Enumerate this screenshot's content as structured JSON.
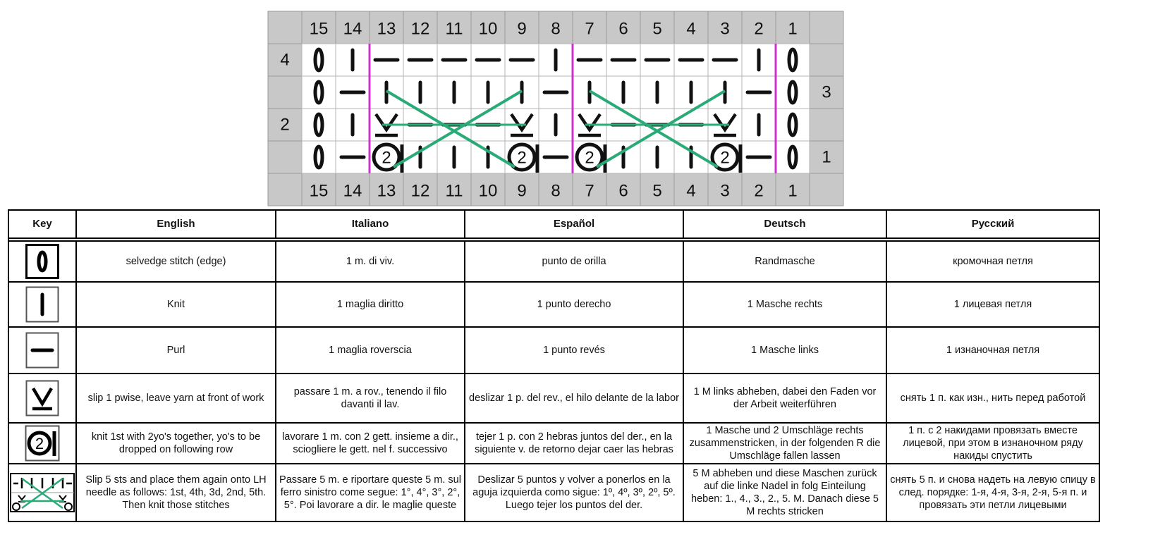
{
  "chart": {
    "column_numbers": [
      "15",
      "14",
      "13",
      "12",
      "11",
      "10",
      "9",
      "8",
      "7",
      "6",
      "5",
      "4",
      "3",
      "2",
      "1"
    ],
    "row_labels": [
      {
        "row": "4",
        "side": "left"
      },
      {
        "row": "3",
        "side": "right"
      },
      {
        "row": "2",
        "side": "left"
      },
      {
        "row": "1",
        "side": "right"
      }
    ],
    "rows": [
      [
        "selvedge",
        "knit",
        "purl",
        "purl",
        "purl",
        "purl",
        "purl",
        "knit",
        "purl",
        "purl",
        "purl",
        "purl",
        "purl",
        "knit",
        "selvedge"
      ],
      [
        "selvedge",
        "purl",
        "knit",
        "knit",
        "knit",
        "knit",
        "knit",
        "purl",
        "knit",
        "knit",
        "knit",
        "knit",
        "knit",
        "purl",
        "selvedge"
      ],
      [
        "selvedge",
        "knit",
        "slip",
        "purl",
        "purl",
        "purl",
        "slip",
        "knit",
        "slip",
        "purl",
        "purl",
        "purl",
        "slip",
        "knit",
        "selvedge"
      ],
      [
        "selvedge",
        "purl",
        "knit2yo",
        "knit",
        "knit",
        "knit",
        "knit2yo",
        "purl",
        "knit2yo",
        "knit",
        "knit",
        "knit",
        "knit2yo",
        "purl",
        "selvedge"
      ]
    ],
    "colors": {
      "grid_header": "#c8c8c8",
      "pattern_repeat_line": "#cc33cc",
      "cross_lines": "#2aaa77",
      "symbol": "#111111"
    }
  },
  "key": {
    "headers": {
      "key": "Key",
      "english": "English",
      "italiano": "Italiano",
      "espanol": "Español",
      "deutsch": "Deutsch",
      "russian": "Русский"
    },
    "rows": [
      {
        "symbol": "selvedge",
        "english": "selvedge stitch (edge)",
        "italiano": "1 m. di viv.",
        "espanol": "punto de orilla",
        "deutsch": "Randmasche",
        "russian": "кромочная петля"
      },
      {
        "symbol": "knit",
        "english": "Knit",
        "italiano": "1 maglia  diritto",
        "espanol": "1 punto derecho",
        "deutsch": "1 Masche rechts",
        "russian": "1 лицевая петля"
      },
      {
        "symbol": "purl",
        "english": "Purl",
        "italiano": "1 maglia roverscia",
        "espanol": "1 punto revés",
        "deutsch": "1 Masche links",
        "russian": "1 изнаночная петля"
      },
      {
        "symbol": "slip",
        "english": "slip 1 pwise, leave yarn at front of work",
        "italiano": "passare 1 m. a rov., tenendo il filo davanti il lav.",
        "espanol": "deslizar 1 p. del rev., el hilo delante de la labor",
        "deutsch": "1 M links abheben, dabei den Faden vor der Arbeit weiterführen",
        "russian": "снять 1 п. как изн., нить перед работой"
      },
      {
        "symbol": "knit2yo",
        "english": "knit 1st with 2yo's together, yo's to be dropped on following row",
        "italiano": "lavorare 1 m. con 2 gett. insieme a dir., sciogliere  le gett. nel f. successivo",
        "espanol": "tejer 1 p. con 2 hebras juntos del der., en la siguiente v. de retorno dejar caer las hebras",
        "deutsch": "1 Masche und 2 Umschläge rechts zusammenstricken, in der folgenden R die Umschläge fallen lassen",
        "russian": "1 п. с 2 накидами провязать вместе лицевой, при этом в изнаночном ряду накиды спустить"
      },
      {
        "symbol": "cross5",
        "english": "Slip 5 sts and place them again onto LH needle as follows: 1st, 4th, 3d, 2nd, 5th. Then knit those stitches",
        "italiano": "Passare 5 m. e riportare queste 5 m. sul ferro sinistro come segue: 1°, 4°, 3°, 2°, 5°. Poi lavorare a dir. le maglie queste",
        "espanol": "Deslizar 5 puntos y volver a ponerlos en la aguja izquierda como sigue: 1º, 4º, 3º, 2º, 5º. Luego tejer los puntos del der.",
        "deutsch": "5 M abheben und diese Maschen zurück auf die linke Nadel in folg Einteilung heben: 1., 4., 3., 2., 5. M. Danach diese 5 M rechts stricken",
        "russian": "снять 5 п. и снова надеть на левую спицу в след. порядке: 1-я, 4-я, 3-я, 2-я, 5-я п. и провязать эти петли лицевыми"
      }
    ]
  }
}
